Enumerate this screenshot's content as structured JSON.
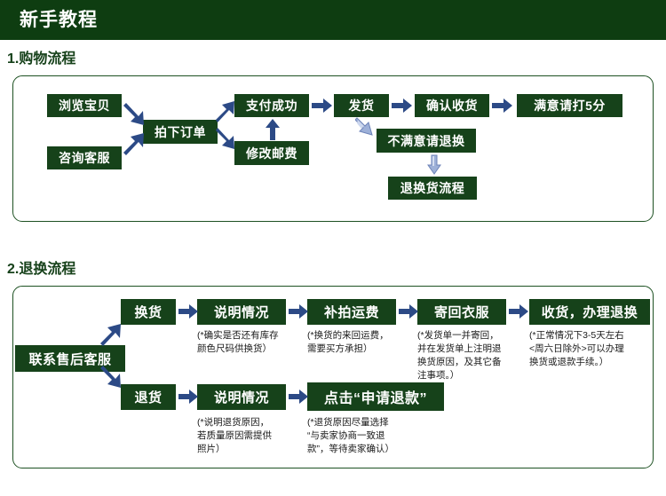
{
  "header": {
    "title": "新手教程",
    "bg": "#0e3d11",
    "text_color": "#ffffff"
  },
  "theme": {
    "box_green": "#16421a",
    "border_green": "#1d5122",
    "arrow_navy": "#2c4a86",
    "arrow_light_blue": "#8fa6d4"
  },
  "sections": [
    {
      "heading": "1.购物流程",
      "boxes": [
        {
          "name": "browse-item",
          "label": "浏览宝贝"
        },
        {
          "name": "contact-service",
          "label": "咨询客服"
        },
        {
          "name": "place-order",
          "label": "拍下订单"
        },
        {
          "name": "pay-success",
          "label": "支付成功"
        },
        {
          "name": "modify-shipping",
          "label": "修改邮费"
        },
        {
          "name": "ship",
          "label": "发货"
        },
        {
          "name": "confirm-receipt",
          "label": "确认收货"
        },
        {
          "name": "rate-five",
          "label": "满意请打5分"
        },
        {
          "name": "unsatisfied",
          "label": "不满意请退换"
        },
        {
          "name": "return-flow",
          "label": "退换货流程"
        }
      ]
    },
    {
      "heading": "2.退换流程",
      "boxes": [
        {
          "name": "contact-after-sale",
          "label": "联系售后客服"
        },
        {
          "name": "exchange",
          "label": "换货"
        },
        {
          "name": "explain-1",
          "label": "说明情况"
        },
        {
          "name": "extra-shipping",
          "label": "补拍运费"
        },
        {
          "name": "send-back",
          "label": "寄回衣服"
        },
        {
          "name": "receive-process",
          "label": "收货，办理退换"
        },
        {
          "name": "refund",
          "label": "退货"
        },
        {
          "name": "explain-2",
          "label": "说明情况"
        },
        {
          "name": "apply-refund",
          "label": "点击“申请退款”"
        }
      ],
      "notes": [
        {
          "name": "note-exchange-stock",
          "text": "(*确实是否还有库存\n颜色尺码供换货）"
        },
        {
          "name": "note-exchange-freight",
          "text": "(*换货的来回运费，\n需要买方承担）"
        },
        {
          "name": "note-send-back",
          "text": "(*发货单一并寄回，\n并在发货单上注明退\n换货原因，及其它备\n注事项。）"
        },
        {
          "name": "note-receive-process",
          "text": "(*正常情况下3-5天左右\n<周六日除外>可以办理\n换货或退款手续。）"
        },
        {
          "name": "note-refund-reason",
          "text": "(*说明退货原因，\n若质量原因需提供\n照片）"
        },
        {
          "name": "note-apply-refund",
          "text": "(*退货原因尽量选择\n“与卖家协商一致退\n款”，等待卖家确认）"
        }
      ]
    }
  ]
}
